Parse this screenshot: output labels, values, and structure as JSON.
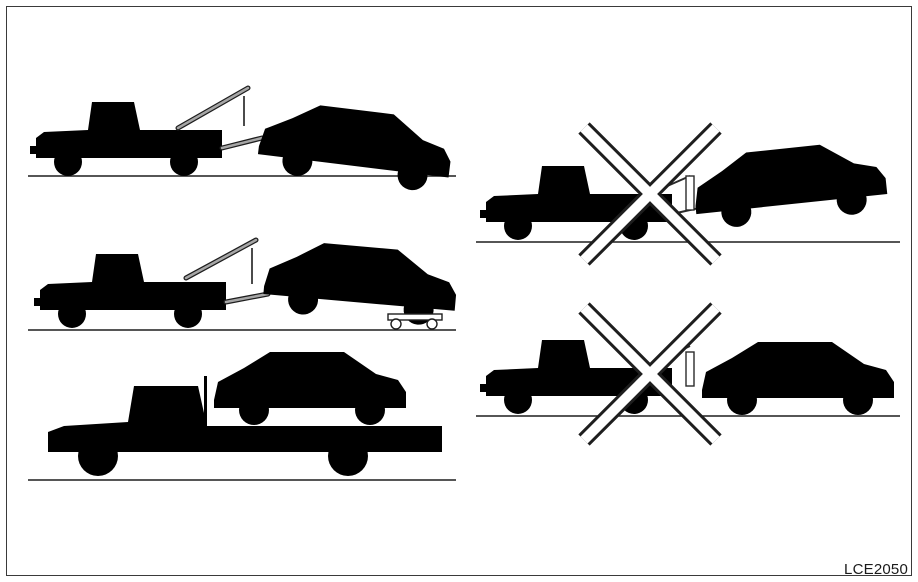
{
  "figure_code": "LCE2050",
  "colors": {
    "vehicle_fill": "#a6a6a6",
    "faded_fill": "#ffffff",
    "outline": "#1e1e1e",
    "cross": "#1e1e1e",
    "window": "#8c8c8c"
  },
  "scenes": [
    {
      "id": "wheel-lift-rear-up",
      "status": "allowed"
    },
    {
      "id": "wheel-lift-with-dollies",
      "status": "allowed"
    },
    {
      "id": "flatbed",
      "status": "allowed"
    },
    {
      "id": "wheel-lift-front-up",
      "status": "prohibited"
    },
    {
      "id": "sling-tow",
      "status": "prohibited"
    }
  ]
}
